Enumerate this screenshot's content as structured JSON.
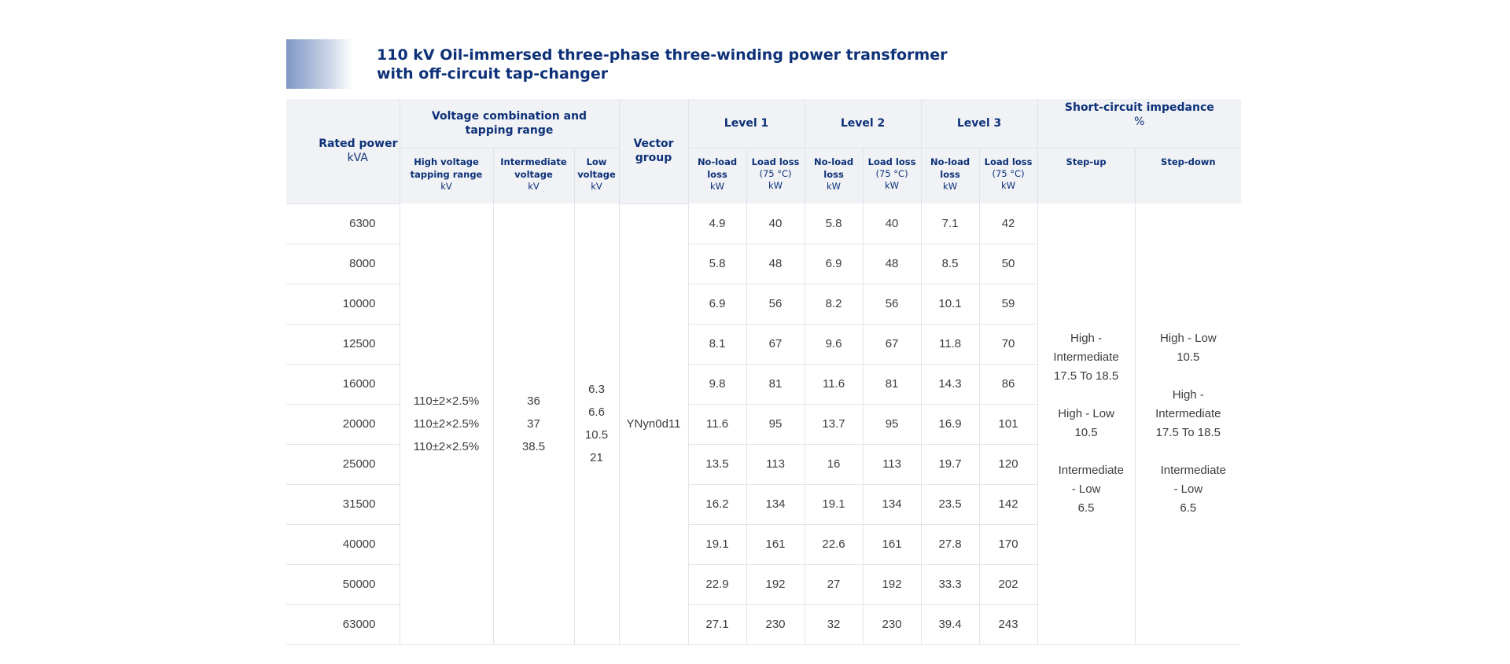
{
  "title_line1": "110 kV Oil-immersed three-phase three-winding power transformer",
  "title_line2": "with off-circuit tap-changer",
  "headers": {
    "rated_power": "Rated power",
    "rated_power_unit": "kVA",
    "voltage_group": "Voltage combination and tapping range",
    "vector_group": "Vector group",
    "level1": "Level 1",
    "level2": "Level 2",
    "level3": "Level 3",
    "impedance": "Short-circuit impedance",
    "impedance_unit": "%",
    "high_voltage": "High voltage tapping range",
    "intermediate_voltage": "Intermediate voltage",
    "low_voltage": "Low voltage",
    "kv": "kV",
    "no_load_loss": "No-load loss",
    "load_loss": "Load loss",
    "load_loss_temp": "(75 °C)",
    "kw": "kW",
    "step_up": "Step-up",
    "step_down": "Step-down"
  },
  "merged": {
    "high_voltage": [
      "110±2×2.5%",
      "110±2×2.5%",
      "110±2×2.5%"
    ],
    "intermediate_voltage": [
      "36",
      "37",
      "38.5"
    ],
    "low_voltage": [
      "6.3",
      "6.6",
      "10.5",
      "21"
    ],
    "vector_group": "YNyn0d11",
    "step_up": {
      "hi_im_label": "High - Intermediate",
      "hi_im_value": "17.5 To 18.5",
      "hi_lo_label": "High - Low",
      "hi_lo_value": "10.5",
      "im_lo_label": "Intermediate - Low",
      "im_lo_value": "6.5"
    },
    "step_down": {
      "hi_lo_label": "High - Low",
      "hi_lo_value": "10.5",
      "hi_im_label": "High - Intermediate",
      "hi_im_value": "17.5 To 18.5",
      "im_lo_label": "Intermediate - Low",
      "im_lo_value": "6.5"
    }
  },
  "rows": [
    [
      "6300",
      "4.9",
      "40",
      "5.8",
      "40",
      "7.1",
      "42"
    ],
    [
      "8000",
      "5.8",
      "48",
      "6.9",
      "48",
      "8.5",
      "50"
    ],
    [
      "10000",
      "6.9",
      "56",
      "8.2",
      "56",
      "10.1",
      "59"
    ],
    [
      "12500",
      "8.1",
      "67",
      "9.6",
      "67",
      "11.8",
      "70"
    ],
    [
      "16000",
      "9.8",
      "81",
      "11.6",
      "81",
      "14.3",
      "86"
    ],
    [
      "20000",
      "11.6",
      "95",
      "13.7",
      "95",
      "16.9",
      "101"
    ],
    [
      "25000",
      "13.5",
      "113",
      "16",
      "113",
      "19.7",
      "120"
    ],
    [
      "31500",
      "16.2",
      "134",
      "19.1",
      "134",
      "23.5",
      "142"
    ],
    [
      "40000",
      "19.1",
      "161",
      "22.6",
      "161",
      "27.8",
      "170"
    ],
    [
      "50000",
      "22.9",
      "192",
      "27",
      "192",
      "33.3",
      "202"
    ],
    [
      "63000",
      "27.1",
      "230",
      "32",
      "230",
      "39.4",
      "243"
    ]
  ]
}
